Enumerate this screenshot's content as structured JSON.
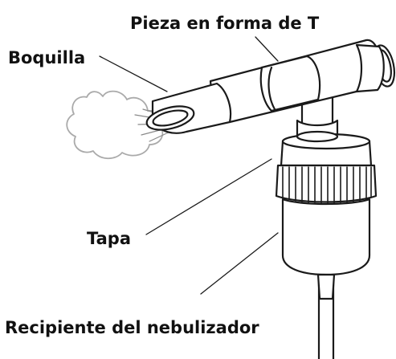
{
  "labels": {
    "t_piece": "Pieza en forma de T",
    "mouthpiece": "Boquilla",
    "cap": "Tapa",
    "cup": "Recipiente del nebulizador"
  },
  "colors": {
    "outline": "#1a1a1a",
    "mist": "#aaaaaa",
    "label": "#111111",
    "background": "#ffffff"
  }
}
